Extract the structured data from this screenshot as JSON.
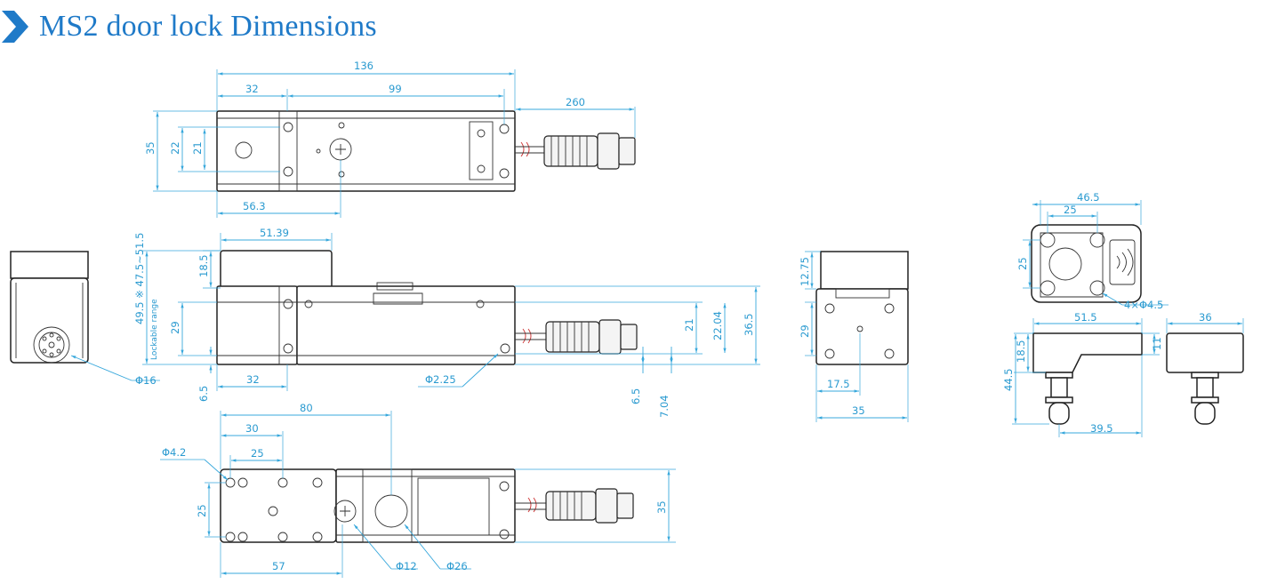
{
  "title": "MS2 door lock Dimensions",
  "colors": {
    "accent": "#1f7ac8",
    "dimension": "#2a9ad0",
    "outline": "#222222"
  },
  "icons": {
    "title_marker": "chevron-right-icon"
  },
  "dimensions": {
    "top_view": {
      "overall": "136",
      "left": "32",
      "middle": "99",
      "cable": "260",
      "height": "35",
      "hole_pitch": "22",
      "inner": "21",
      "offset": "56.3"
    },
    "side_view": {
      "actuator_width": "51.39",
      "actuator_height": "18.5",
      "range": "49.5 ※ 47.5~51.5",
      "range_note": "Lockable range",
      "body": "29",
      "gap": "6.5",
      "base": "32",
      "hole_dia": "Φ2.25",
      "h1": "21",
      "h2": "22.04",
      "h3": "36.5",
      "lower1": "6.5",
      "lower2": "7.04"
    },
    "connector": {
      "dia": "Φ16"
    },
    "end_view": {
      "top": "12.75",
      "height": "29",
      "half": "17.5",
      "width": "35"
    },
    "bottom_view": {
      "overall": "80",
      "p30": "30",
      "p25": "25",
      "hole": "Φ4.2",
      "v25": "25",
      "v35": "35",
      "len57": "57",
      "d12": "Φ12",
      "d26": "Φ26"
    },
    "actuator_top": {
      "w": "46.5",
      "pitch": "25",
      "h": "25",
      "holes": "4×Φ4.5"
    },
    "actuator_side": {
      "len": "51.5",
      "h185": "18.5",
      "h445": "44.5",
      "h11": "11",
      "base": "39.5",
      "w36": "36"
    }
  }
}
